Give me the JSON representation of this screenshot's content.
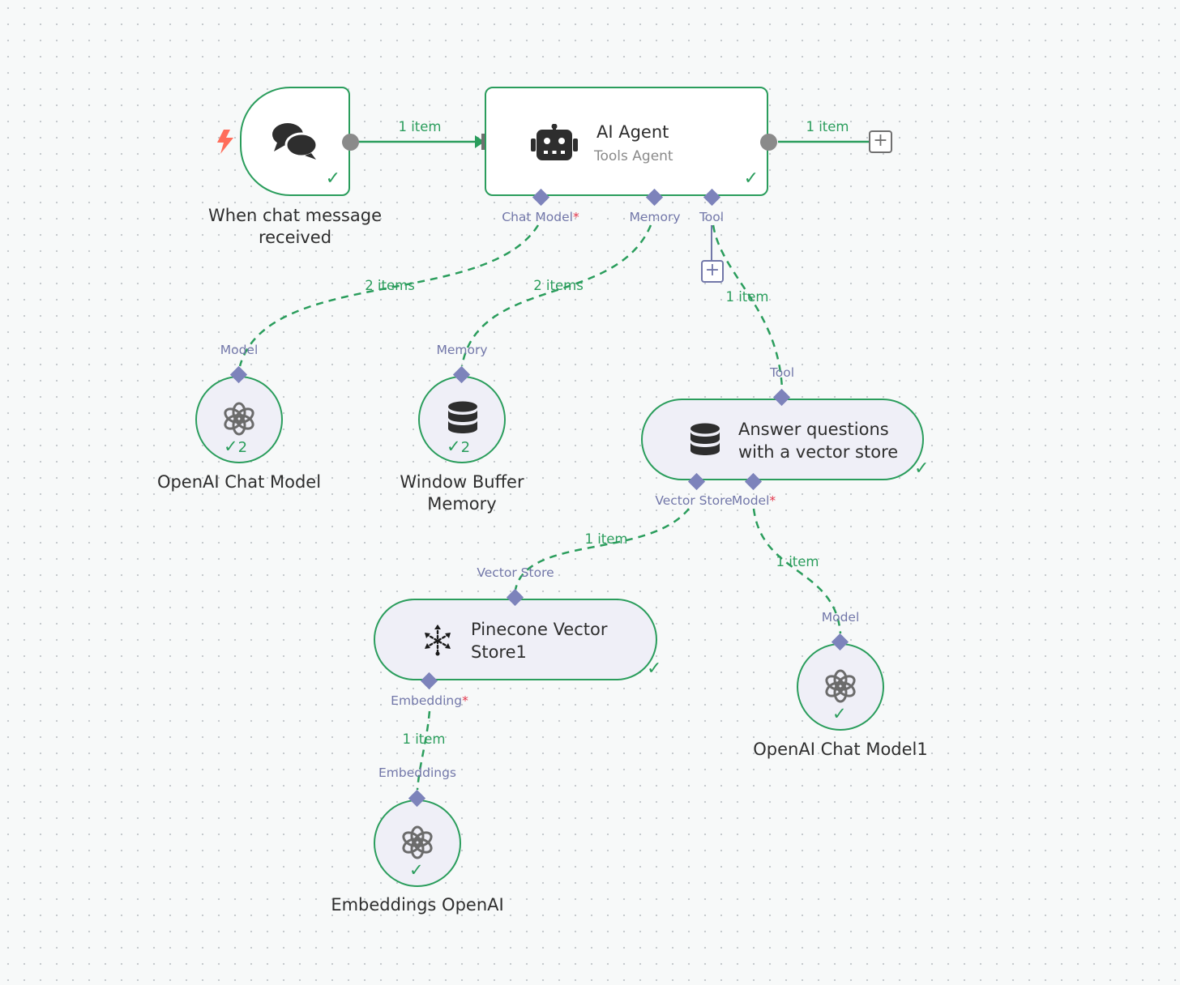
{
  "nodes": {
    "chat_trigger": {
      "label": "When chat message received",
      "icon": "chat-bubbles-icon"
    },
    "ai_agent": {
      "title": "AI Agent",
      "subtitle": "Tools Agent",
      "icon": "robot-icon"
    },
    "openai_chat_model": {
      "label": "OpenAI Chat Model",
      "count": "2",
      "icon": "openai-icon"
    },
    "window_buffer_memory": {
      "label": "Window Buffer Memory",
      "count": "2",
      "icon": "database-icon"
    },
    "answer_questions": {
      "title_line1": "Answer questions",
      "title_line2": "with a vector store",
      "icon": "database-icon"
    },
    "pinecone": {
      "title_line1": "Pinecone Vector",
      "title_line2": "Store1",
      "icon": "pinecone-icon"
    },
    "openai_chat_model1": {
      "label": "OpenAI Chat Model1",
      "icon": "openai-icon"
    },
    "embeddings_openai": {
      "label": "Embeddings OpenAI",
      "icon": "openai-icon"
    }
  },
  "handles": {
    "agent_chat_model": "Chat Model",
    "agent_memory": "Memory",
    "agent_tool": "Tool",
    "model_in": "Model",
    "memory_in": "Memory",
    "tool_in": "Tool",
    "aq_vector_store": "Vector Store",
    "aq_model": "Model",
    "pinecone_in": "Vector Store",
    "pinecone_embedding": "Embedding",
    "model1_in": "Model",
    "embeddings_in": "Embeddings",
    "required_mark": "*"
  },
  "edges": {
    "trigger_to_agent": "1 item",
    "agent_out": "1 item",
    "chat_model": "2 items",
    "memory": "2 items",
    "tool": "1 item",
    "vector_store": "1 item",
    "aq_model": "1 item",
    "embedding": "1 item"
  },
  "symbols": {
    "check": "✓",
    "plus": "+"
  },
  "colors": {
    "success": "#2a9d5c",
    "handle": "#7d83bb",
    "handle_label": "#7277a9",
    "required": "#e3354a",
    "trigger_bolt": "#ff6d5a",
    "canvas": "#f7f9f9"
  }
}
